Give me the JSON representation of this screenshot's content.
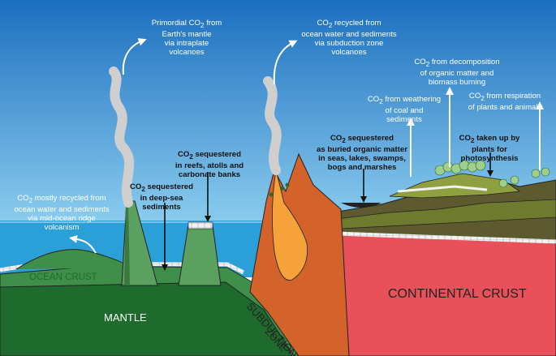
{
  "labels": {
    "primordial": [
      "Primordial CO",
      "2",
      " from\nEarth's mantle\nvia intraplate\nvolcanoes"
    ],
    "subduction_recycled": [
      "CO",
      "2",
      " recycled from\nocean water and sediments\nvia subduction zone\nvolcanoes"
    ],
    "decomposition": [
      "CO",
      "2",
      " from decomposition\nof organic matter and\nbiomass burning"
    ],
    "weathering": [
      "CO",
      "2",
      " from weathering\nof coal and\nsediments"
    ],
    "respiration": [
      "CO",
      "2",
      " from respiration\nof plants and animals"
    ],
    "buried": [
      "CO",
      "2",
      " sequestered\nas buried organic matter\nin seas, lakes, swamps,\nbogs and marshes"
    ],
    "photosynthesis": [
      "CO",
      "2",
      " taken up by\nplants for\nphotosynthesis"
    ],
    "reefs": [
      "CO",
      "2",
      " sequestered\nin reefs, atolls and\ncarbonate banks"
    ],
    "deep_sea": [
      "CO",
      "2",
      " sequestered\nin deep-sea\nsediments"
    ],
    "mid_ocean": [
      "CO",
      "2",
      " mostly recycled from\nocean water and sediments\nvia mid-ocean ridge\nvolcanism"
    ]
  },
  "regions": {
    "ocean_crust": "OCEAN CRUST",
    "mantle": "MANTLE",
    "subduction": "SUBDUCTION",
    "zone": "ZONE",
    "continental_crust": "CONTINENTAL CRUST"
  },
  "colors": {
    "sky_top": "#1c6fbf",
    "sky_bottom": "#8fd0f0",
    "ocean": "#2b9fd8",
    "mantle": "#1f6b2e",
    "ocean_crust": "#3f8f4a",
    "continental_crust": "#e8515a",
    "volcano": "#d4622b",
    "magma": "#f5a23a",
    "land_dark": "#5c5a2e",
    "land_olive": "#6e7a2e",
    "sediment": "#f2f2f2",
    "plume": "#cfcfcf"
  }
}
